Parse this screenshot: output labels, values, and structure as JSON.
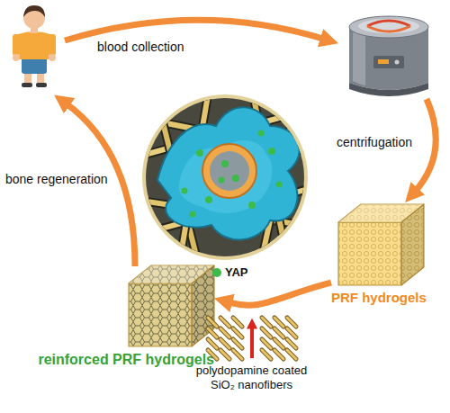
{
  "diagram": {
    "nodes": [
      {
        "text": [
          "PRF hydrogels"
        ]
      },
      {
        "text": [
          "reinforced PRF hydrogels"
        ]
      },
      {
        "text": [
          "polydopamine coated SiO₂ nanofibers"
        ]
      }
    ],
    "edges": [
      {
        "from": 0,
        "to": 1,
        "arrow": "to"
      }
    ],
    "labels": [
      "blood collection",
      "centrifugation",
      "bone regeneration"
    ],
    "legend": [
      {
        "text": "YAP",
        "color": "#3dbb4a"
      }
    ]
  }
}
